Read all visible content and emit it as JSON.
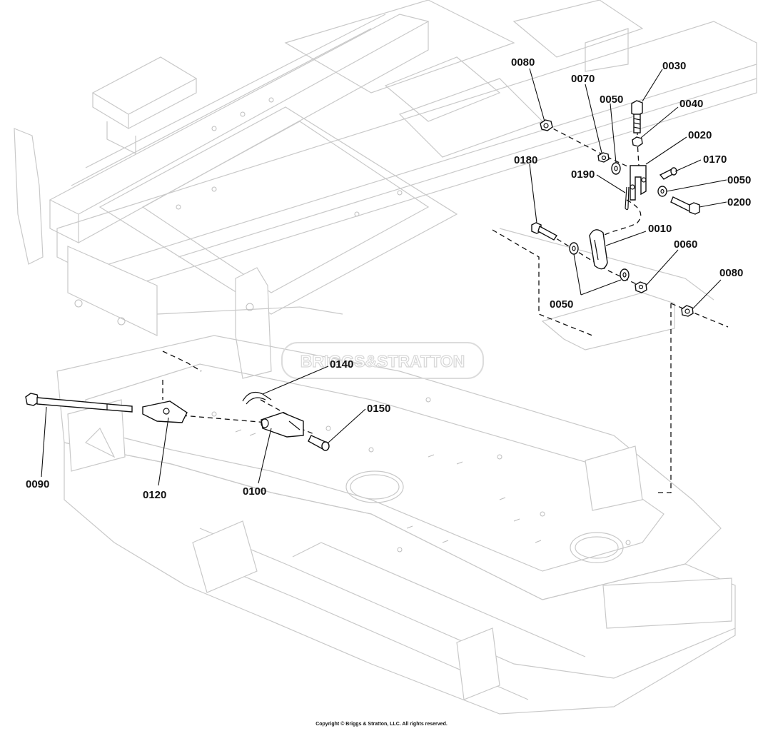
{
  "watermark": {
    "text": "BRIGGS&STRATTON"
  },
  "callouts": {
    "c0080a": "0080",
    "c0070": "0070",
    "c0030": "0030",
    "c0050a": "0050",
    "c0040": "0040",
    "c0020": "0020",
    "c0180": "0180",
    "c0170": "0170",
    "c0190": "0190",
    "c0050b": "0050",
    "c0200": "0200",
    "c0010": "0010",
    "c0060": "0060",
    "c0080b": "0080",
    "c0050c": "0050",
    "c0140": "0140",
    "c0150": "0150",
    "c0090": "0090",
    "c0120": "0120",
    "c0100": "0100"
  },
  "footer": {
    "copyright": "Copyright © Briggs & Stratton, LLC. All rights reserved."
  }
}
